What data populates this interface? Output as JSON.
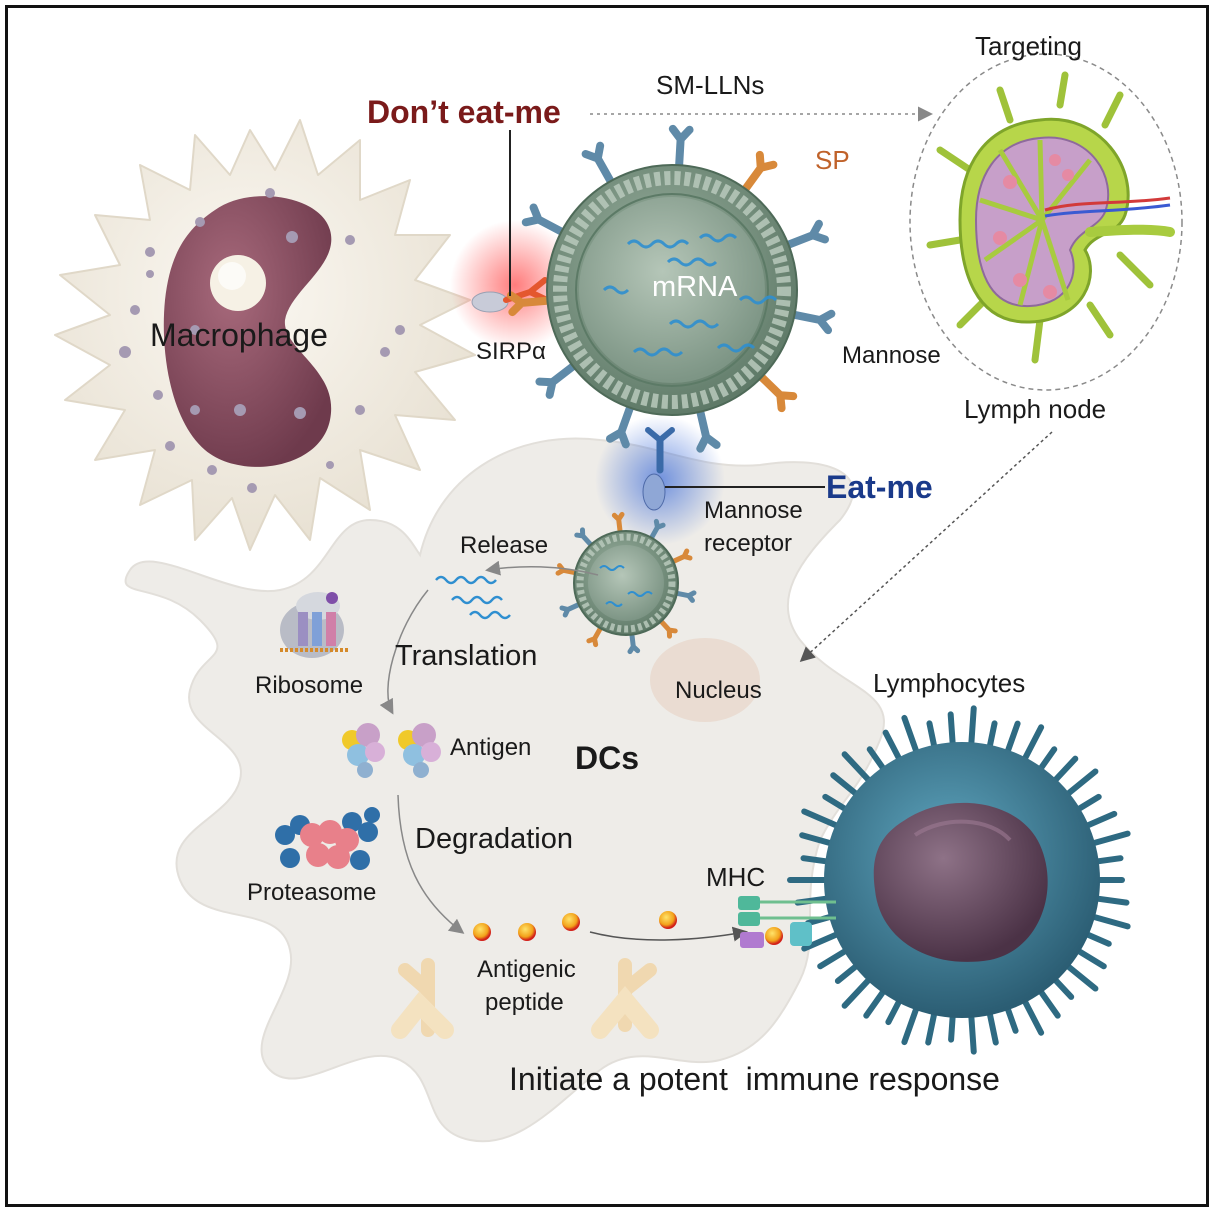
{
  "labels": {
    "targeting": "Targeting",
    "sm_llns": "SM-LLNs",
    "dont_eat_me": "Don’t eat-me",
    "sp": "SP",
    "mrna": "mRNA",
    "macrophage": "Macrophage",
    "sirpa": "SIRPα",
    "mannose": "Mannose",
    "lymph_node": "Lymph node",
    "eat_me": "Eat-me",
    "mannose_receptor_line1": "Mannose",
    "mannose_receptor_line2": "receptor",
    "release": "Release",
    "translation": "Translation",
    "ribosome": "Ribosome",
    "nucleus": "Nucleus",
    "lymphocytes": "Lymphocytes",
    "antigen": "Antigen",
    "dcs": "DCs",
    "degradation": "Degradation",
    "proteasome": "Proteasome",
    "mhc": "MHC",
    "antigenic_peptide_line1": "Antigenic",
    "antigenic_peptide_line2": "peptide",
    "caption": "Initiate a potent  immune response"
  },
  "colors": {
    "dont_eat_me": "#7a1a1a",
    "eat_me": "#1a3a8a",
    "sp": "#c0622a",
    "macrophage_body": "#f3efe6",
    "macrophage_nucleus": "#8c5062",
    "nanoparticle": "#7f9a86",
    "dc_body": "#ece9e5",
    "lymphocyte": "#3d7f99",
    "lymphocyte_nucleus": "#6a4e63",
    "mrna": "#2f8fd0",
    "peptide": "#f2b21a"
  }
}
